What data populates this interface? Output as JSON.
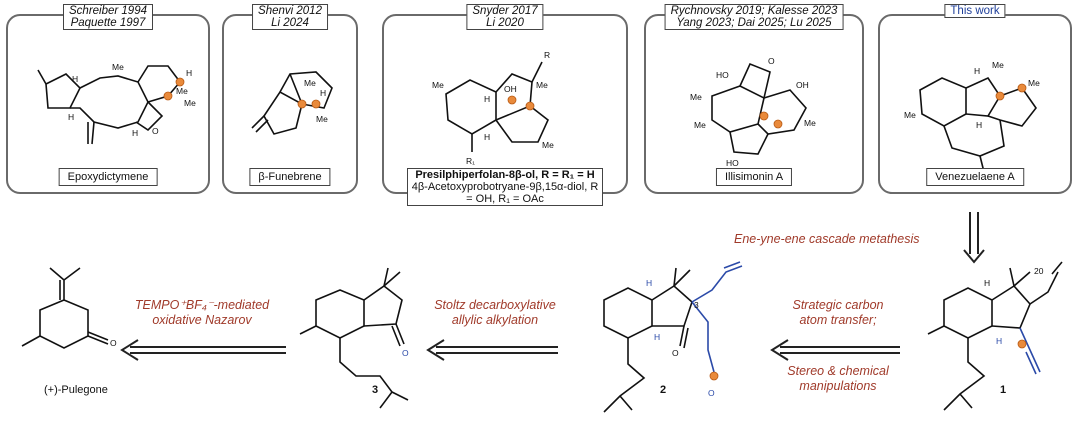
{
  "panels": [
    {
      "header": [
        "Schreiber 1994",
        "Paquette 1997"
      ],
      "name": "Epoxydictymene"
    },
    {
      "header": [
        "Shenvi 2012",
        "Li 2024"
      ],
      "name": "β-Funebrene"
    },
    {
      "header": [
        "Snyder 2017",
        "Li 2020"
      ],
      "name_line1": "Presilphiperfolan-8β-ol, R = R₁ = H",
      "name_line2": "4β-Acetoxyprobotryane-9β,15α-diol, R = OH, R₁ = OAc"
    },
    {
      "header": [
        "Rychnovsky 2019; Kalesse 2023",
        "Yang 2023; Dai 2025; Lu 2025"
      ],
      "name": "Illisimonin A"
    },
    {
      "header": [
        "This work"
      ],
      "name": "Venezuelaene A"
    }
  ],
  "steps": {
    "metathesis": "Ene-yne-ene cascade metathesis",
    "transfer_line1": "Strategic carbon",
    "transfer_line2": "atom transfer;",
    "manip_line1": "Stereo & chemical",
    "manip_line2": "manipulations",
    "stoltz_line1": "Stoltz decarboxylative",
    "stoltz_line2": "allylic alkylation",
    "nazarov_line1": "TEMPO⁺BF₄⁻-mediated",
    "nazarov_line2": "oxidative Nazarov"
  },
  "compounds": {
    "c1": "1",
    "c2": "2",
    "c3": "3",
    "start": "(+)-Pulegone"
  },
  "atom_labels": {
    "me": "Me",
    "h": "H",
    "o": "O",
    "oh": "OH",
    "ho": "HO",
    "r": "R",
    "r1": "R₁",
    "c20": "20",
    "c3num": "3"
  },
  "colors": {
    "accent_label": "#a03a2a",
    "highlight_atom": "#e98a3b",
    "new_bond": "#2b4aa8",
    "this_work": "#1f3f9a"
  }
}
